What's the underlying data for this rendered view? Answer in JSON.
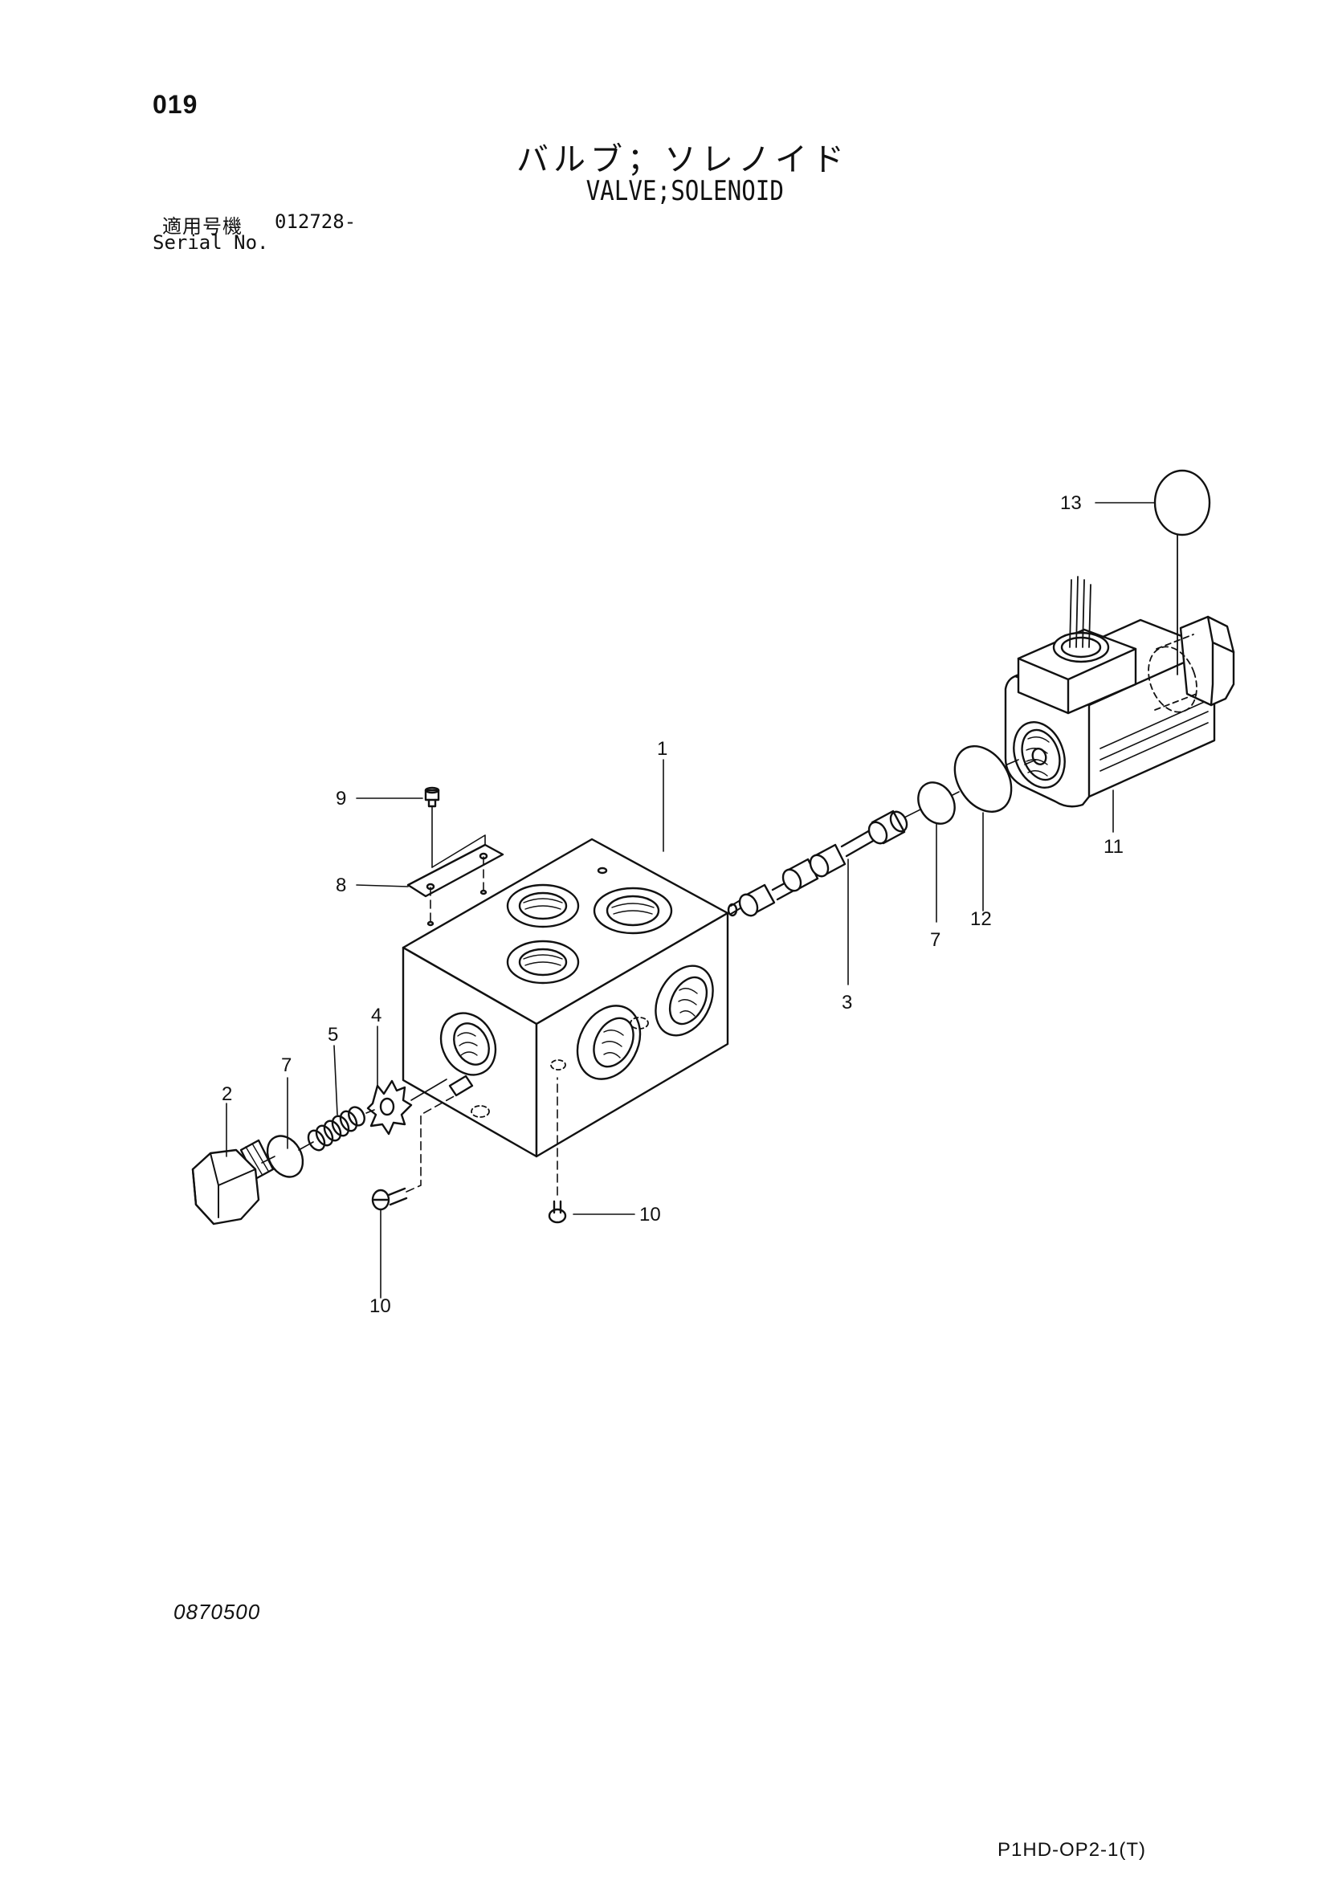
{
  "page_number": "019",
  "title": {
    "japanese": "バルブ；ソレノイド",
    "english": "VALVE;SOLENOID"
  },
  "serial": {
    "label_jp": "適用号機",
    "value": "012728-",
    "label_en": "Serial No."
  },
  "callouts": [
    {
      "id": "1",
      "text": "1"
    },
    {
      "id": "2",
      "text": "2"
    },
    {
      "id": "3",
      "text": "3"
    },
    {
      "id": "4",
      "text": "4"
    },
    {
      "id": "5",
      "text": "5"
    },
    {
      "id": "7a",
      "text": "7"
    },
    {
      "id": "7b",
      "text": "7"
    },
    {
      "id": "8",
      "text": "8"
    },
    {
      "id": "9",
      "text": "9"
    },
    {
      "id": "10a",
      "text": "10"
    },
    {
      "id": "10b",
      "text": "10"
    },
    {
      "id": "11",
      "text": "11"
    },
    {
      "id": "12",
      "text": "12"
    },
    {
      "id": "13",
      "text": "13"
    }
  ],
  "drawing_number": "0870500",
  "sheet_code": "P1HD-OP2-1(T)"
}
